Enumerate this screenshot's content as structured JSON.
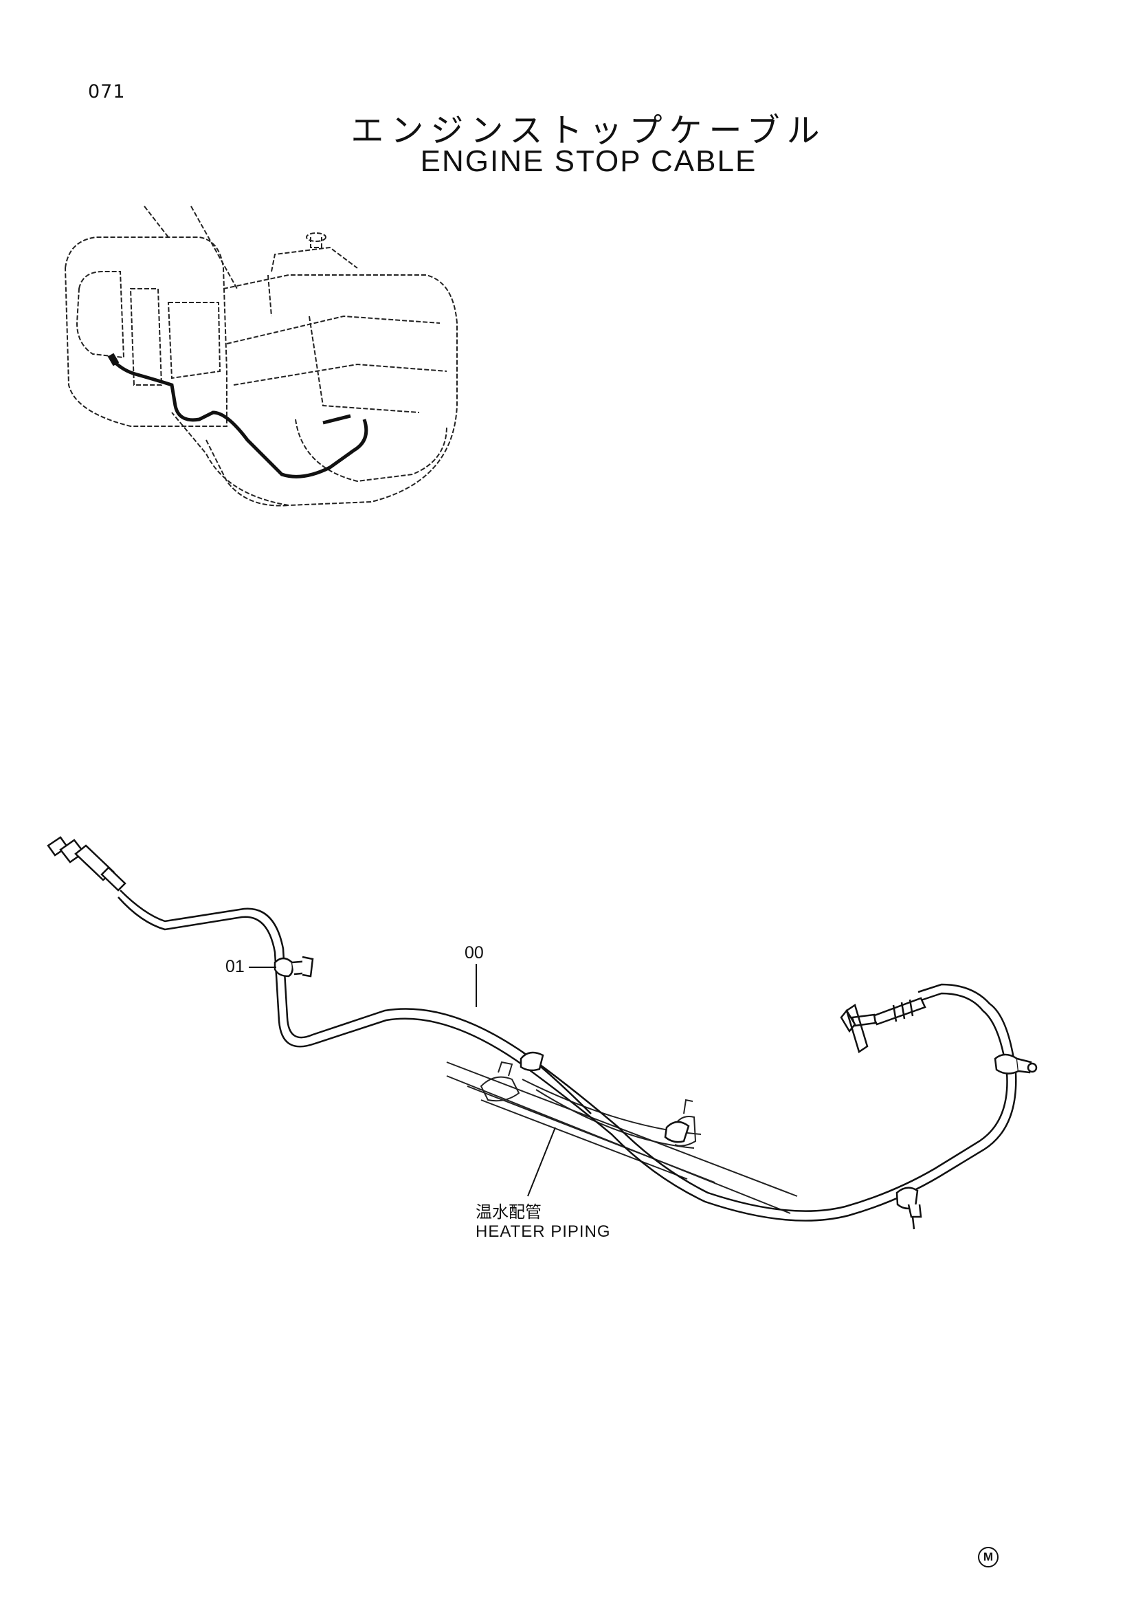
{
  "header": {
    "page_number": "071",
    "title_jp": "エンジンストップケーブル",
    "title_en": "ENGINE STOP CABLE"
  },
  "callouts": {
    "part_01": "01",
    "part_00": "00"
  },
  "annotation": {
    "heater_jp": "温水配管",
    "heater_en": "HEATER PIPING"
  },
  "footer": {
    "mark": "M"
  }
}
